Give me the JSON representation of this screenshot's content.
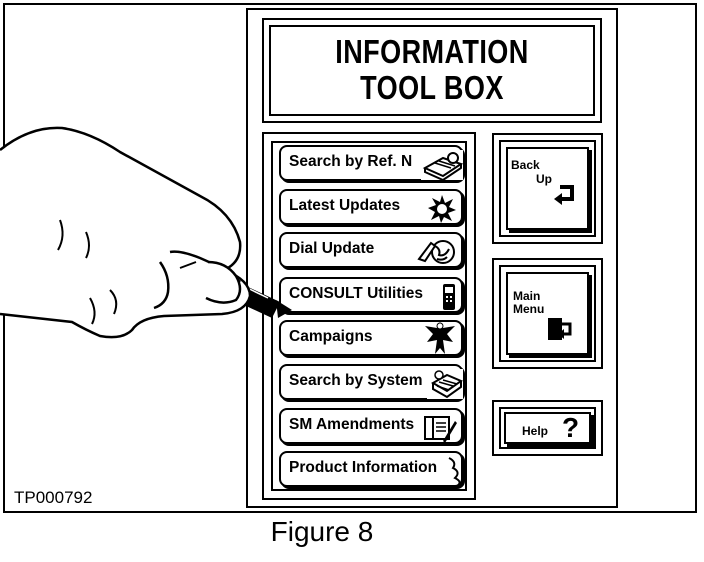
{
  "title": {
    "line1": "INFORMATION",
    "line2": "TOOL BOX"
  },
  "menu": {
    "items": [
      {
        "label": "Search by Ref. N",
        "icon": "book-icon"
      },
      {
        "label": "Latest Updates",
        "icon": "starburst-icon"
      },
      {
        "label": "Dial Update",
        "icon": "globe-phone-icon"
      },
      {
        "label": "CONSULT Utilities",
        "icon": "consult-tester-icon"
      },
      {
        "label": "Campaigns",
        "icon": "eagle-icon"
      },
      {
        "label": "Search by System",
        "icon": "system-icon"
      },
      {
        "label": "SM Amendments",
        "icon": "manual-pencil-icon"
      },
      {
        "label": "Product Information",
        "icon": "map-icon"
      }
    ]
  },
  "side": {
    "back_line1": "Back",
    "back_line2": "Up",
    "main_line1": "Main",
    "main_line2": "Menu",
    "help": "Help"
  },
  "figure": {
    "code": "TP000792",
    "caption": "Figure 8"
  }
}
